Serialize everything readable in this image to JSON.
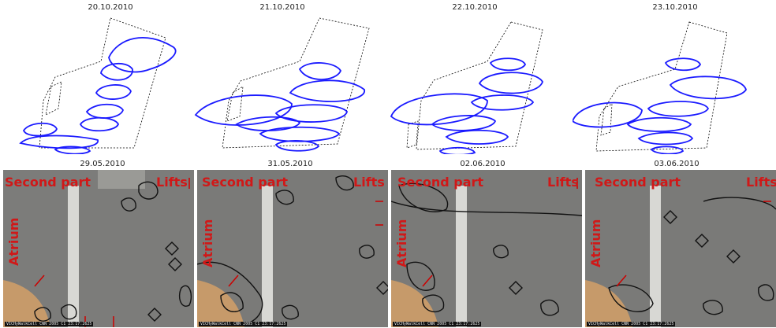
{
  "top_row": {
    "dates": [
      "20.10.2010",
      "21.10.2010",
      "22.10.2010",
      "23.10.2010"
    ]
  },
  "bottom_row": {
    "dates": [
      "29.05.2010",
      "31.05.2010",
      "02.06.2010",
      "03.06.2010"
    ],
    "overlays": {
      "second_part": "Second part",
      "lifts": "Lifts",
      "atrium": "Atrium"
    },
    "camera_caption": "VICHyWalkCell CNN 2005 C1 23:17:2625"
  },
  "colors": {
    "contour_blue": "#1a1aff",
    "outline_dotted": "#000000",
    "contour_black": "#111111",
    "label_red": "#d01818",
    "floor_gray": "#7a7a78"
  }
}
